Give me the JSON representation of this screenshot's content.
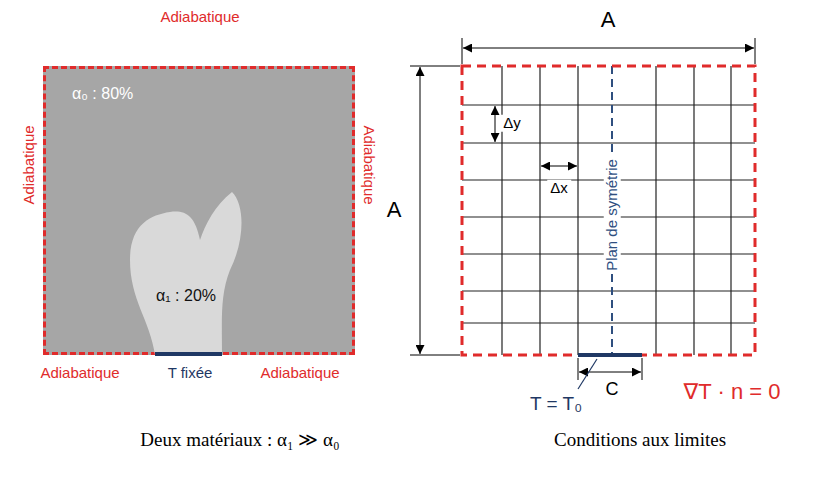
{
  "diagram": {
    "nodes": [
      {
        "text": [
          "α₀ : 80%"
        ]
      },
      {
        "text": [
          "α₁ : 20%"
        ],
        "in": 0
      }
    ],
    "labels": [
      "Adiabatique",
      "Adiabatique",
      "Adiabatique",
      "Adiabatique",
      "T fixée",
      "Adiabatique",
      "Deux matériaux : α₁ ≫ α₀",
      "A",
      "A",
      "Δy",
      "Δx",
      "Plan de symétrie",
      "C",
      "T = T₀",
      "∇T · n = 0",
      "Conditions aux limites"
    ]
  }
}
